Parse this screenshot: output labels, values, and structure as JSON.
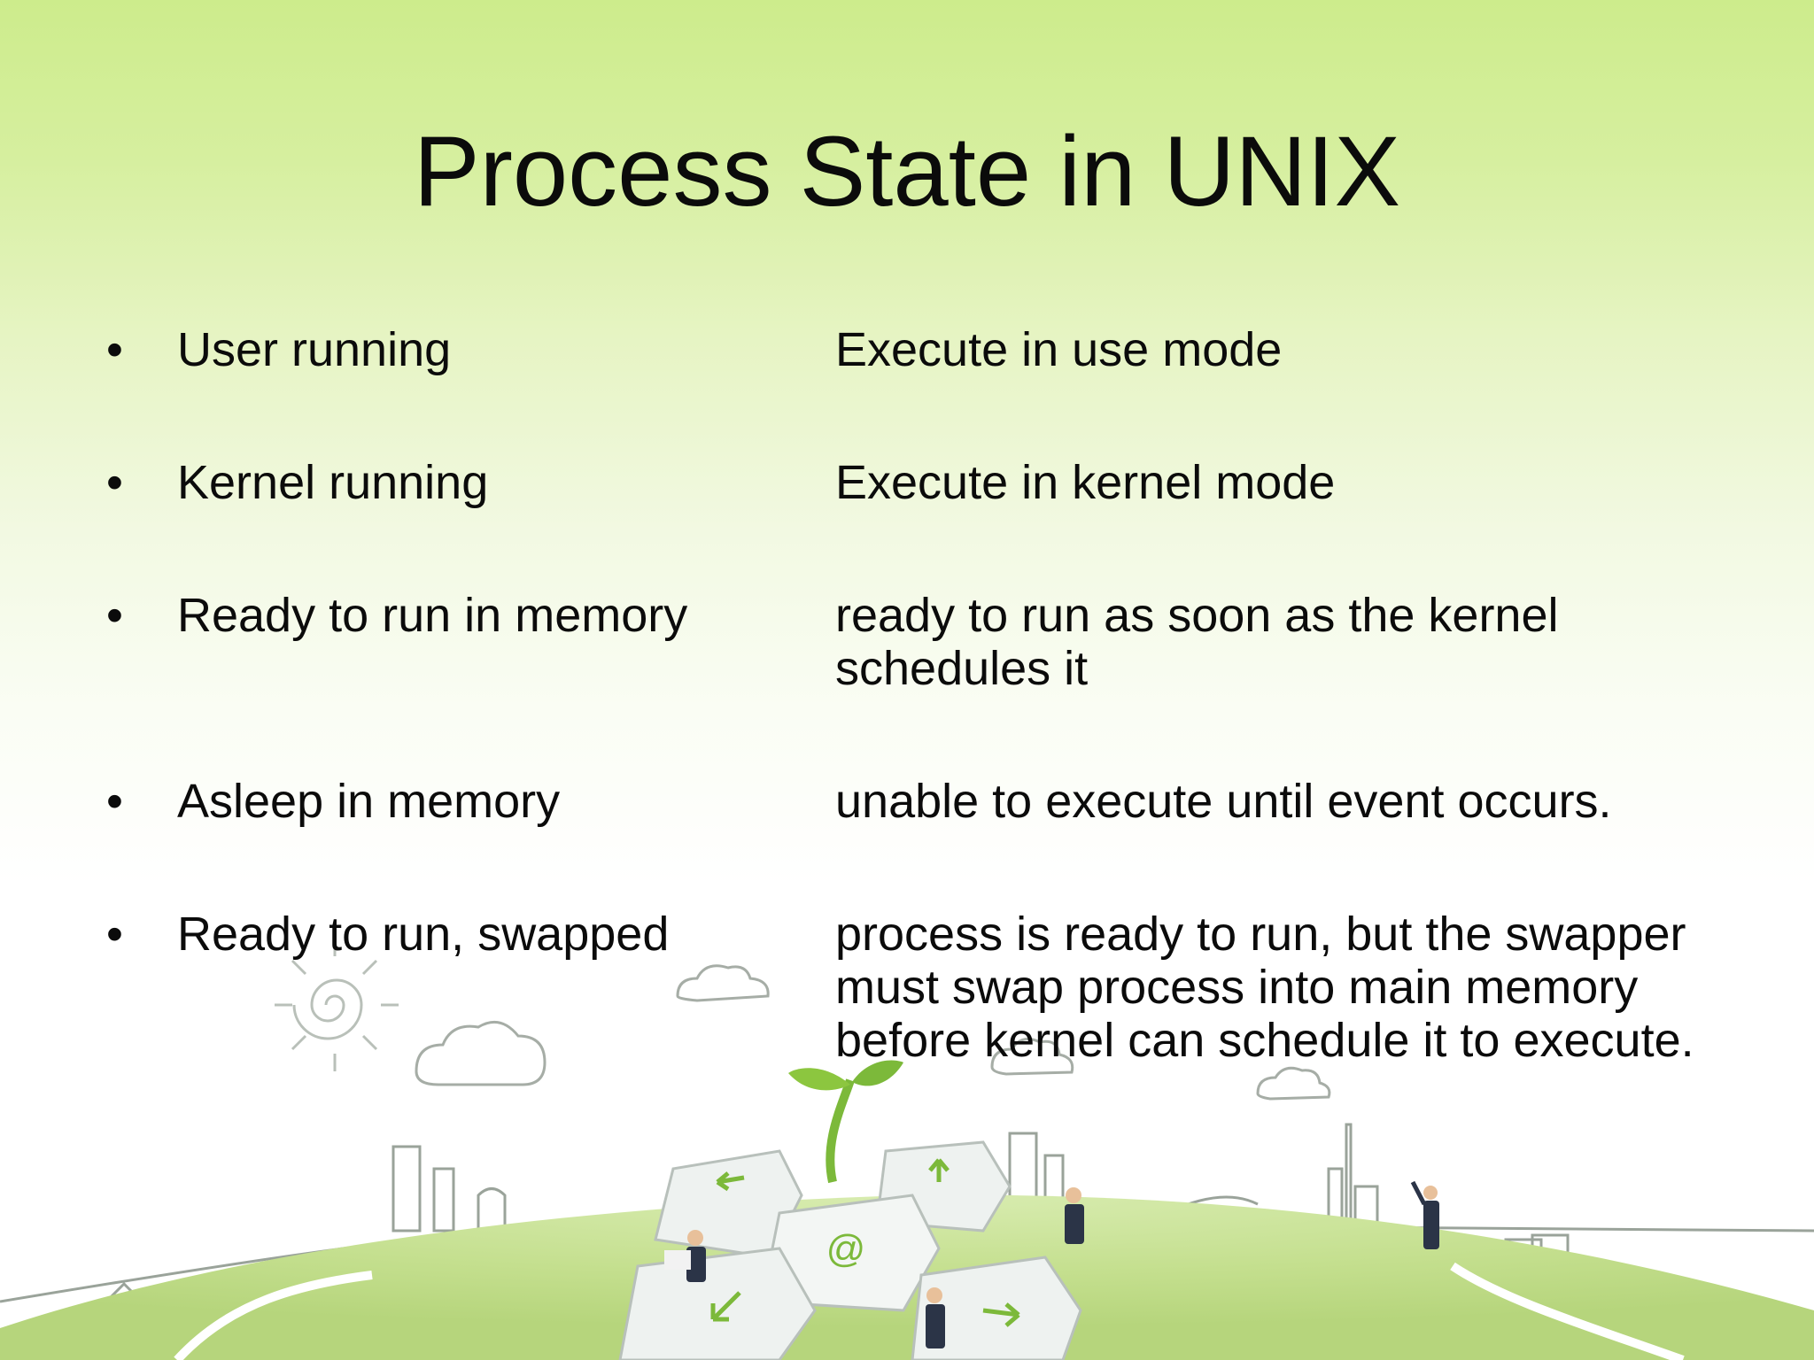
{
  "slide": {
    "title": "Process State in UNIX",
    "bullet": "•",
    "rows": [
      {
        "state": "User running",
        "description": "Execute in use mode"
      },
      {
        "state": "Kernel running",
        "description": "Execute in kernel mode"
      },
      {
        "state": "Ready to run in memory",
        "description": "ready to run as soon as the kernel schedules it"
      },
      {
        "state": "Asleep in memory",
        "description": "unable to execute until event occurs."
      },
      {
        "state": "Ready to run, swapped",
        "description": "process is ready to run, but the swapper must swap process into main memory before kernel can schedule it to execute."
      }
    ]
  },
  "decoration": {
    "keys": [
      "arrow-left-key",
      "arrow-up-key",
      "at-key",
      "arrow-down-left-key",
      "arrow-right-key"
    ],
    "at_key_symbol": "@",
    "colors": {
      "hill": "#c9e39a",
      "key": "#eef2f0",
      "sprout": "#8cc63f",
      "line": "#9aa39a"
    }
  }
}
